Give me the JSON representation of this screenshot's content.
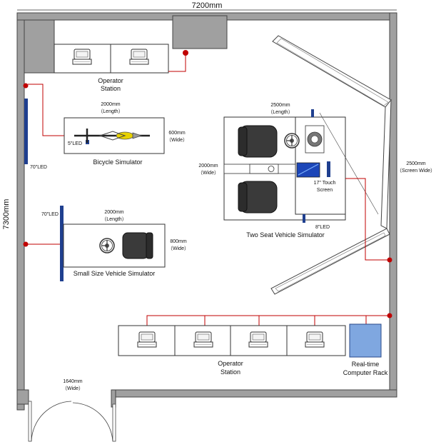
{
  "dimensions": {
    "room_width": "7200mm",
    "room_height": "7300mm",
    "door_width": "1640mm",
    "door_width_note": "（Wide）",
    "screen_wide": "2500mm",
    "screen_wide_note": "（Screen Wide）"
  },
  "operator_station_top": {
    "label_line1": "Operator",
    "label_line2": "Station"
  },
  "bicycle_simulator": {
    "title": "Bicycle Simulator",
    "length": "2000mm",
    "length_note": "（Length）",
    "width": "600mm",
    "width_note": "（Wide）",
    "led_small": "5\"LED",
    "led_large": "70\"LED"
  },
  "small_vehicle_simulator": {
    "title": "Small Size Vehicle Simulator",
    "length": "2000mm",
    "length_note": "（Length）",
    "width": "800mm",
    "width_note": "（Wide）",
    "led": "70\"LED"
  },
  "two_seat_simulator": {
    "title": "Two Seat Vehicle Simulator",
    "length": "2500mm",
    "length_note": "（Length）",
    "width": "2000mm",
    "width_note": "（Wide）",
    "touch_line1": "17\" Touch",
    "touch_line2": "Screen",
    "led": "8\"LED"
  },
  "operator_station_bottom": {
    "label_line1": "Operator",
    "label_line2": "Station"
  },
  "computer_rack": {
    "label_line1": "Real-time",
    "label_line2": "Computer Rack"
  },
  "colors": {
    "wall": "#a0a0a0",
    "cable": "#c00000",
    "led": "#1f3f8f",
    "rack": "#7fa7e0",
    "seat": "#3a3a3a"
  }
}
